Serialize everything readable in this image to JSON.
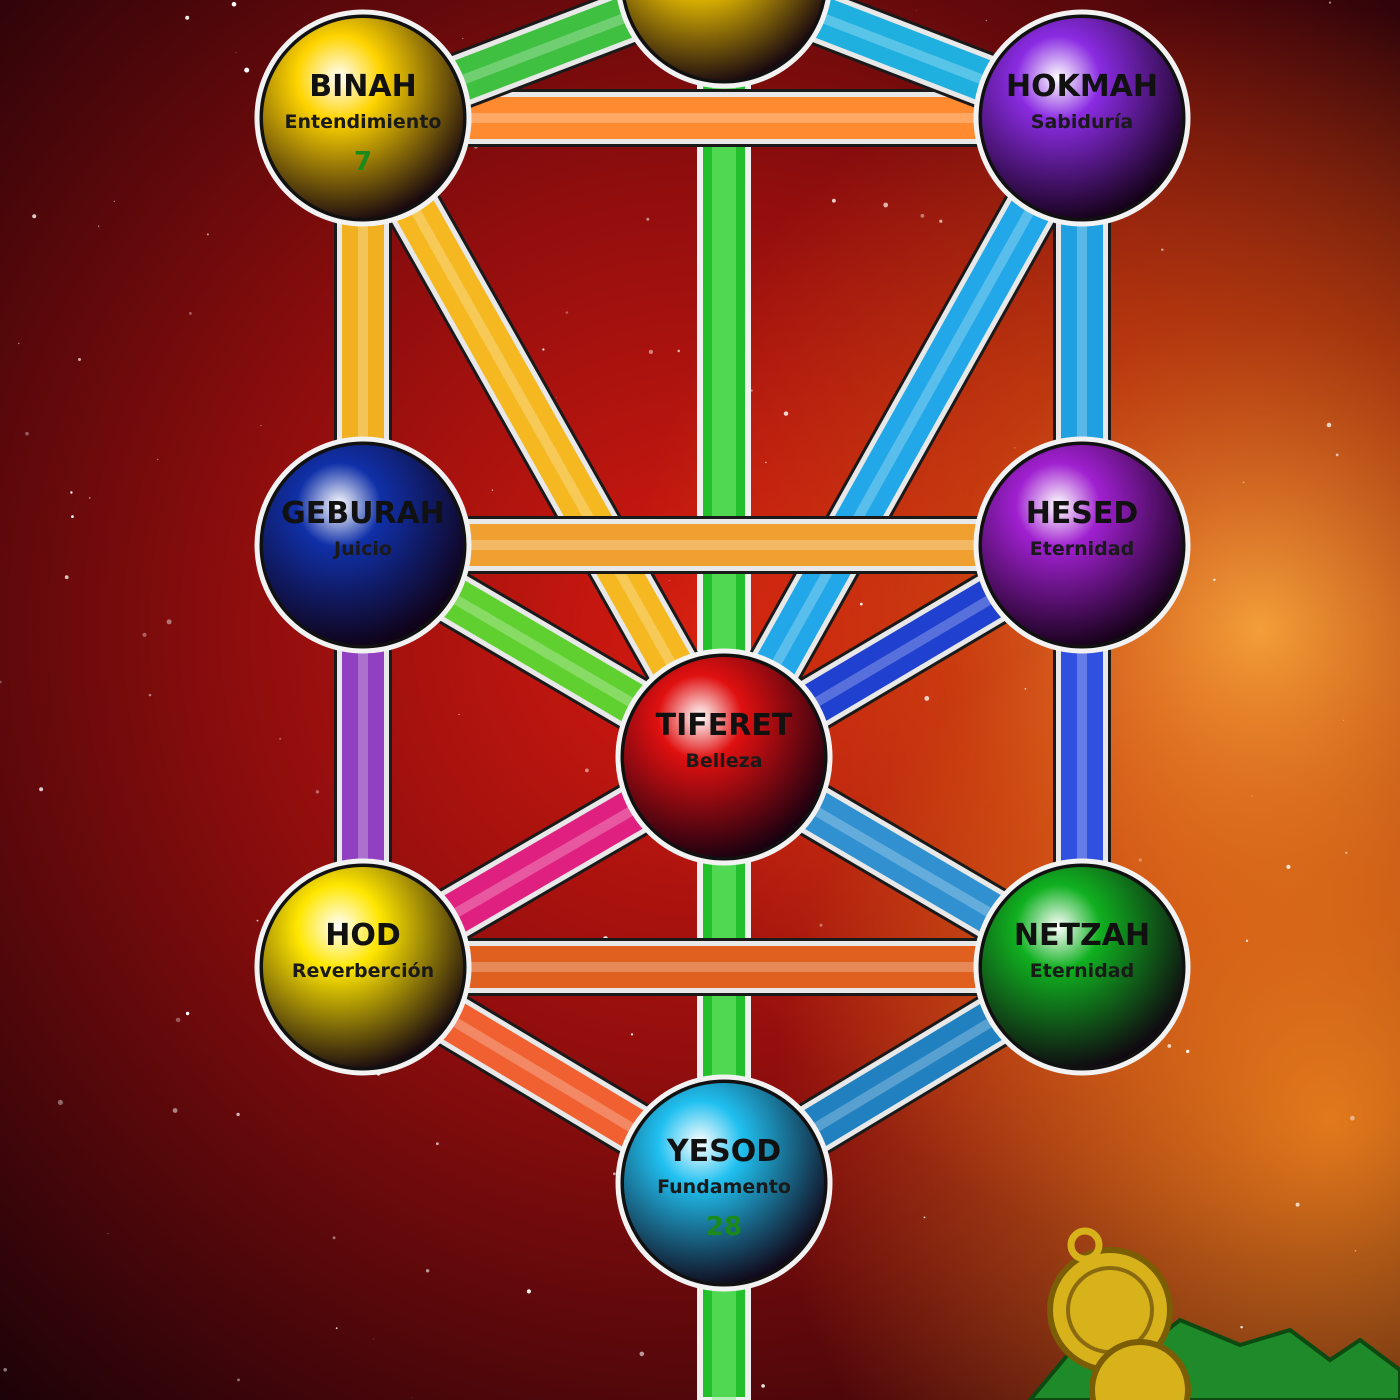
{
  "colors": {
    "background": "#8c0d0d",
    "nebula": "#e05a10",
    "frame": "#e8e8e8"
  },
  "nodes": [
    {
      "id": "keter",
      "name": "",
      "subtitle": "",
      "number": "",
      "color": "#ffd200"
    },
    {
      "id": "binah",
      "name": "BINAH",
      "subtitle": "Entendimiento",
      "number": "7",
      "color": "#ffd400"
    },
    {
      "id": "hokmah",
      "name": "HOKMAH",
      "subtitle": "Sabiduría",
      "number": "",
      "color": "#8a2be2"
    },
    {
      "id": "geburah",
      "name": "GEBURAH",
      "subtitle": "Juicio",
      "number": "",
      "color": "#1030a8"
    },
    {
      "id": "hesed",
      "name": "HESED",
      "subtitle": "Eternidad",
      "number": "",
      "color": "#a020d0"
    },
    {
      "id": "tiferet",
      "name": "TIFERET",
      "subtitle": "Belleza",
      "number": "",
      "color": "#e01010"
    },
    {
      "id": "hod",
      "name": "HOD",
      "subtitle": "Reverberción",
      "number": "",
      "color": "#ffe600"
    },
    {
      "id": "netzah",
      "name": "NETZAH",
      "subtitle": "Eternidad",
      "number": "",
      "color": "#10b020"
    },
    {
      "id": "yesod",
      "name": "YESOD",
      "subtitle": "Fundamento",
      "number": "28",
      "color": "#20c0f0"
    }
  ],
  "paths": [
    {
      "from": "binah",
      "to": "hokmah",
      "color": "#ff8a30"
    },
    {
      "from": "binah",
      "to": "geburah",
      "color": "#f0b020"
    },
    {
      "from": "binah",
      "to": "tiferet",
      "color": "#f5b820"
    },
    {
      "from": "hokmah",
      "to": "hesed",
      "color": "#20a0e0"
    },
    {
      "from": "hokmah",
      "to": "tiferet",
      "color": "#22a8e8"
    },
    {
      "from": "geburah",
      "to": "hesed",
      "color": "#f0a030"
    },
    {
      "from": "geburah",
      "to": "tiferet",
      "color": "#60d030"
    },
    {
      "from": "hesed",
      "to": "tiferet",
      "color": "#2040d0"
    },
    {
      "from": "geburah",
      "to": "hod",
      "color": "#9040c0"
    },
    {
      "from": "hesed",
      "to": "netzah",
      "color": "#3050e0"
    },
    {
      "from": "tiferet",
      "to": "hod",
      "color": "#e02080"
    },
    {
      "from": "tiferet",
      "to": "netzah",
      "color": "#3090d0"
    },
    {
      "from": "hod",
      "to": "netzah",
      "color": "#e06020"
    },
    {
      "from": "hod",
      "to": "yesod",
      "color": "#f06030"
    },
    {
      "from": "netzah",
      "to": "yesod",
      "color": "#2080c0"
    },
    {
      "from": "binah",
      "to": "keter",
      "color": "#40c040"
    },
    {
      "from": "hokmah",
      "to": "keter",
      "color": "#20b0e0"
    }
  ],
  "emblem": {
    "name": "gold-medallion"
  }
}
